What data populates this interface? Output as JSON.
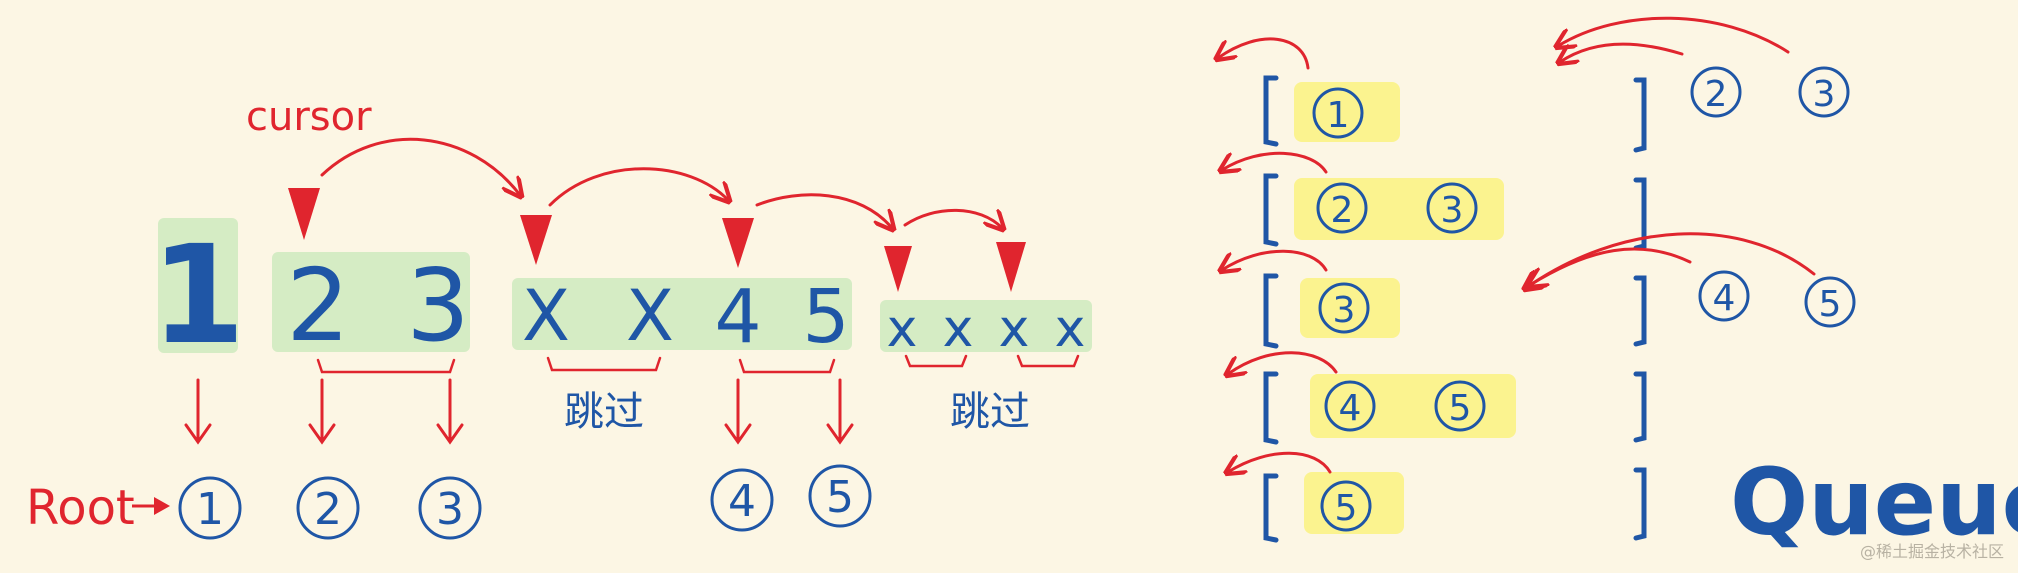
{
  "colors": {
    "background": "#fcf6e4",
    "ink_blue": "#1f56a6",
    "ink_red": "#e0252e",
    "highlight_green": "#d5ecc4",
    "highlight_yellow": "#fbf38f"
  },
  "array": {
    "cursor_label": "cursor",
    "tokens": [
      "1",
      "2",
      "3",
      "X",
      "X",
      "4",
      "5",
      "x",
      "x",
      "x",
      "x"
    ],
    "skip_labels": [
      "跳过",
      "跳过"
    ]
  },
  "tree": {
    "root_label": "Root",
    "nodes": [
      "1",
      "2",
      "3",
      "4",
      "5"
    ]
  },
  "queue": {
    "label": "Queue",
    "rows": [
      {
        "items": [
          "1"
        ]
      },
      {
        "items": [
          "2",
          "3"
        ]
      },
      {
        "items": [
          "3"
        ]
      },
      {
        "items": [
          "4",
          "5"
        ]
      },
      {
        "items": [
          "5"
        ]
      }
    ],
    "incoming": [
      {
        "items": [
          "2",
          "3"
        ]
      },
      {
        "items": [
          "4",
          "5"
        ]
      }
    ]
  },
  "watermark": "@稀土掘金技术社区"
}
